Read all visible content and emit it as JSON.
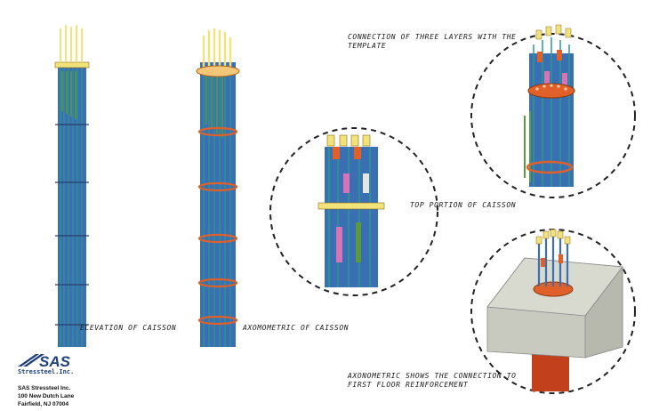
{
  "labels": {
    "elevation": "ELEVATION OF CAISSON",
    "axonometric": "AXOMOMETRIC OF CAISSON",
    "top_portion": "TOP PORTION OF CAISSON",
    "connection_line1": "CONNECTION OF THREE LAYERS WITH THE",
    "connection_line2": "TEMPLATE",
    "floor_line1": "AXONOMETRIC SHOWS THE CONNECTION TO",
    "floor_line2": "FIRST FLOOR REINFORCEMENT"
  },
  "company": {
    "logo": "SAS",
    "logo_sub": "Stressteel.Inc.",
    "name": "SAS Stressteel Inc.",
    "street": "100 New Dutch Lane",
    "city": "Fairfield, NJ 07004"
  },
  "colors": {
    "bar_blue": "#3b6fb3",
    "bar_green": "#5a9a3c",
    "ring_orange": "#e0602a",
    "cap_yellow": "#f2e27a",
    "concrete": "#c9cabf",
    "pier_red": "#c2401c",
    "logo_blue": "#1f3f7a"
  }
}
